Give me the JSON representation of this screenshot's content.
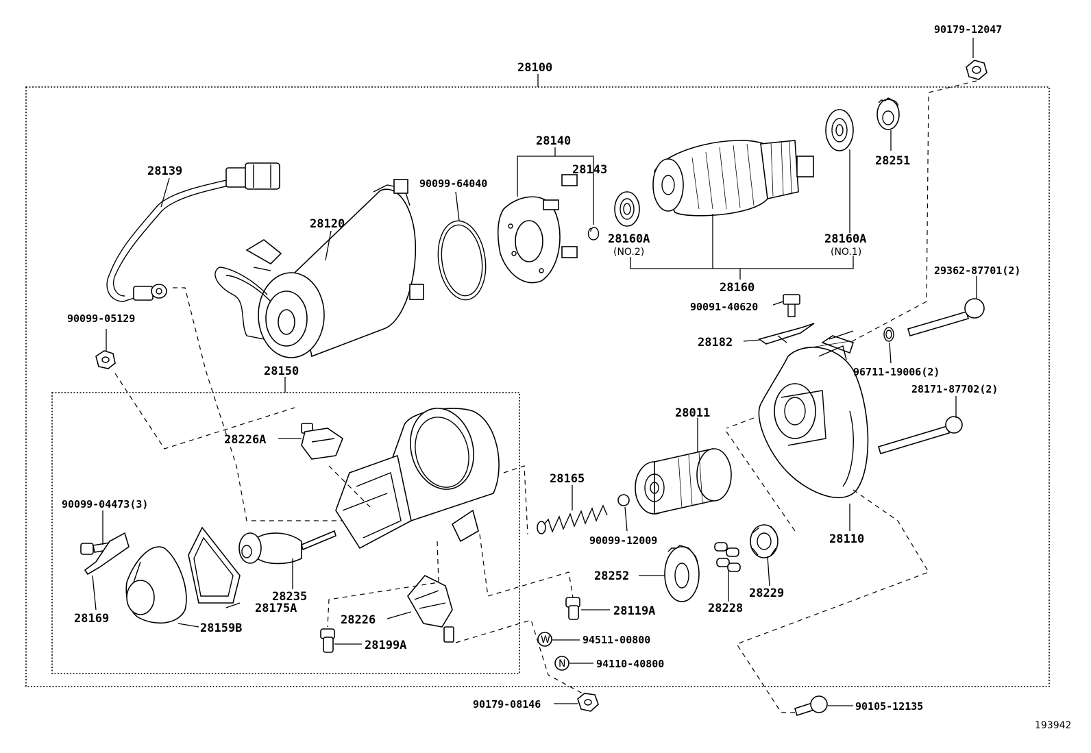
{
  "diagram_id": "193942",
  "assembly": "28100",
  "sub_assembly": "28150",
  "labels": {
    "p28100": "28100",
    "p90179_12047": "90179-12047",
    "p28139": "28139",
    "p28120": "28120",
    "p90099_64040": "90099-64040",
    "p28140": "28140",
    "p28143": "28143",
    "p28160a_no2": "28160A",
    "no2": "(NO.2)",
    "p28160a_no1": "28160A",
    "no1": "(NO.1)",
    "p28251": "28251",
    "p28160": "28160",
    "p90091_40620": "90091-40620",
    "p29362_87701": "29362-87701(2)",
    "p90099_05129": "90099-05129",
    "p28182": "28182",
    "p96711_19006": "96711-19006(2)",
    "p28150": "28150",
    "p28171_87702": "28171-87702(2)",
    "p28226a": "28226A",
    "p28011": "28011",
    "p28165": "28165",
    "p90099_04473": "90099-04473(3)",
    "p90099_12009": "90099-12009",
    "p28110": "28110",
    "p28235": "28235",
    "p28252": "28252",
    "p28229": "28229",
    "p28169": "28169",
    "p28175a": "28175A",
    "p28119a": "28119A",
    "p28228": "28228",
    "p28159b": "28159B",
    "p28226": "28226",
    "p28199a": "28199A",
    "p94511_00800": "94511-00800",
    "p94110_40800": "94110-40800",
    "p90179_08146": "90179-08146",
    "p90105_12135": "90105-12135",
    "washer_mark": "W",
    "nut_mark": "N"
  }
}
